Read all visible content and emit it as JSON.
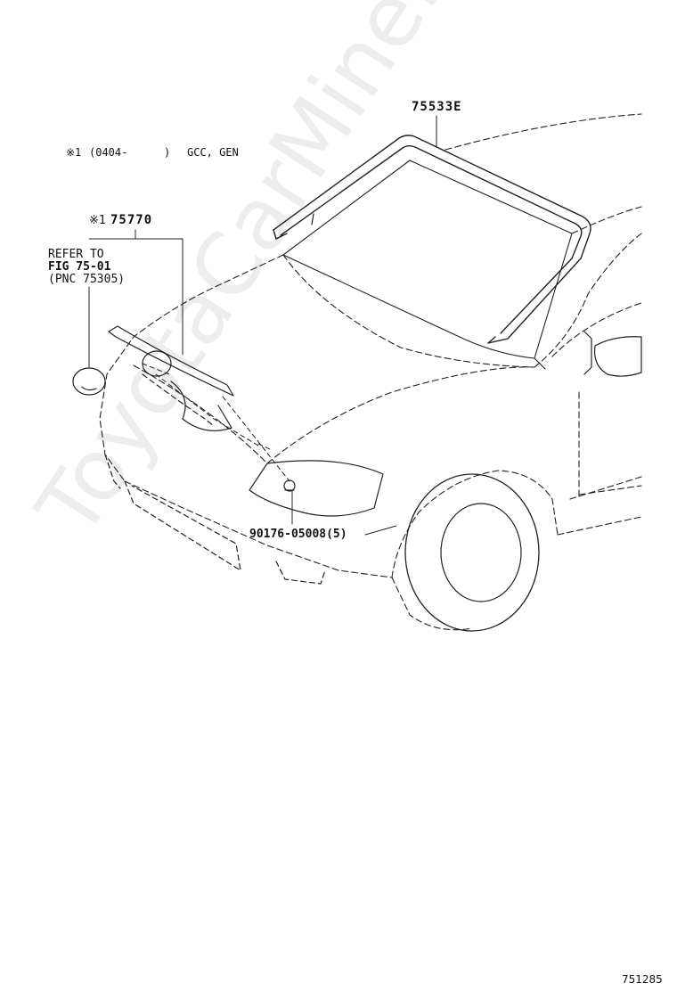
{
  "applicability_note": {
    "marker": "※1",
    "range": "(0404-",
    "close": ")",
    "spec": "GCC, GEN"
  },
  "parts": [
    {
      "id": "75533E",
      "label": "75533E"
    },
    {
      "id": "75770",
      "marker": "※1",
      "label": "75770"
    },
    {
      "id": "90176-05008",
      "label": "90176-05008(5)"
    }
  ],
  "reference": {
    "line1": "REFER TO",
    "line2": "FIG  75-01",
    "line3": "(PNC 75305)"
  },
  "figure_number": "751285",
  "watermark": "ToyotaCarMine.ru"
}
